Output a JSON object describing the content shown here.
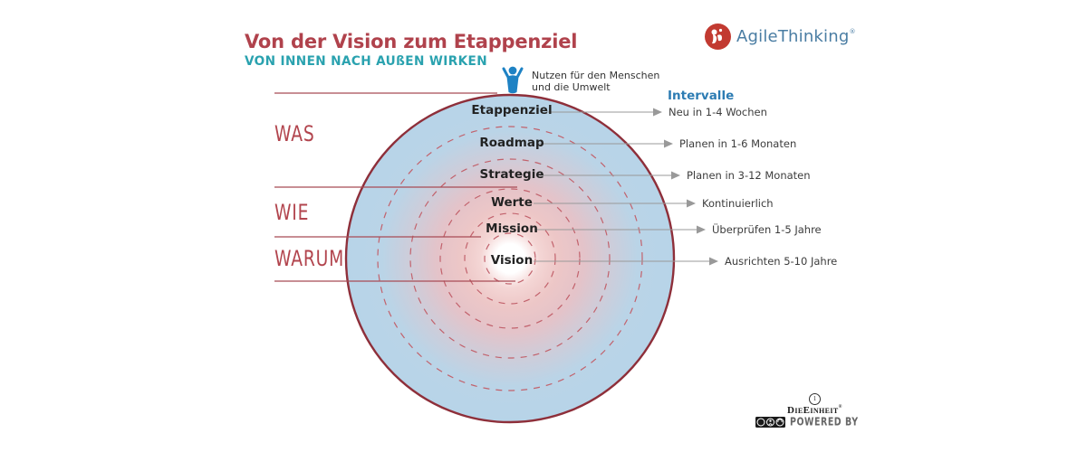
{
  "header": {
    "title": "Von der Vision zum Etappenziel",
    "subtitle": "VON INNEN NACH AUßEN WIRKEN"
  },
  "logo": {
    "name": "AgileThinking",
    "registered_mark": "®",
    "icon": "red-circle-white-figure-icon",
    "brand_red": "#c23a31",
    "text_blue": "#4a7da3"
  },
  "top_note": {
    "line1": "Nutzen für den Menschen",
    "line2": "und die Umwelt",
    "icon": "person-arms-up-icon",
    "person_blue": "#1e82c4"
  },
  "question_labels": [
    {
      "label": "WAS"
    },
    {
      "label": "WIE"
    },
    {
      "label": "WARUM"
    }
  ],
  "intervals_header": "Intervalle",
  "rings": [
    {
      "label": "Etappenziel",
      "interval": "Neu in 1-4 Wochen"
    },
    {
      "label": "Roadmap",
      "interval": "Planen in 1-6 Monaten"
    },
    {
      "label": "Strategie",
      "interval": "Planen in 3-12 Monaten"
    },
    {
      "label": "Werte",
      "interval": "Kontinuierlich"
    },
    {
      "label": "Mission",
      "interval": "Überprüfen 1-5 Jahre"
    },
    {
      "label": "Vision",
      "interval": "Ausrichten 5-10 Jahre"
    }
  ],
  "footer": {
    "unit_symbol": "1",
    "brand": "DieEinheit",
    "brand_mark": "®",
    "powered_by": "Powered by",
    "license_icon": "cc-by-sa-badge"
  },
  "colors": {
    "title_red": "#b0424c",
    "subtitle_teal": "#2aa2af",
    "circle_fill_blue": "#b7d4e8",
    "outer_ring_stroke": "#8e2f3a",
    "dashed_ring": "#c2626c",
    "pointer_gray": "#999999",
    "left_line_red": "#a84b55",
    "intervalle_blue": "#2d7cb3",
    "center_glow_pink": "#edc7c7"
  }
}
